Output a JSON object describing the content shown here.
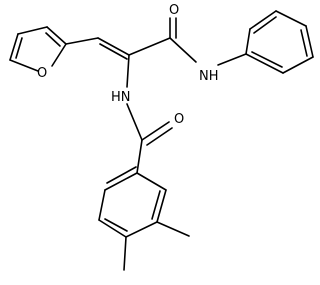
{
  "molecule": {
    "atom_labels": {
      "furan_oxygen": "O",
      "amide_oxygen_top": "O",
      "amide_nh_right": "NH",
      "amide_nh_left": "HN",
      "benzamide_oxygen": "O"
    }
  }
}
